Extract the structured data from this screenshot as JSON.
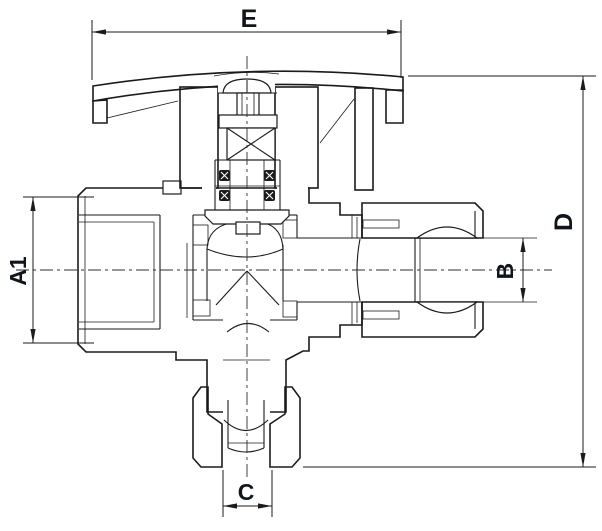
{
  "drawing": {
    "title": "Angle ball valve sectional drawing",
    "colors": {
      "background": "#ffffff",
      "ink": "#1b1b1b",
      "label": "#10151c"
    },
    "dimensions": {
      "top_width": {
        "label": "E",
        "axis": "horizontal",
        "location": "top handle width"
      },
      "overall_height": {
        "label": "D",
        "axis": "vertical",
        "location": "right overall height"
      },
      "inlet_port": {
        "label": "A1",
        "axis": "vertical",
        "location": "left female port"
      },
      "side_port": {
        "label": "B",
        "axis": "vertical",
        "location": "right union nut bore"
      },
      "bottom_port": {
        "label": "C",
        "axis": "horizontal",
        "location": "bottom outlet"
      }
    }
  }
}
